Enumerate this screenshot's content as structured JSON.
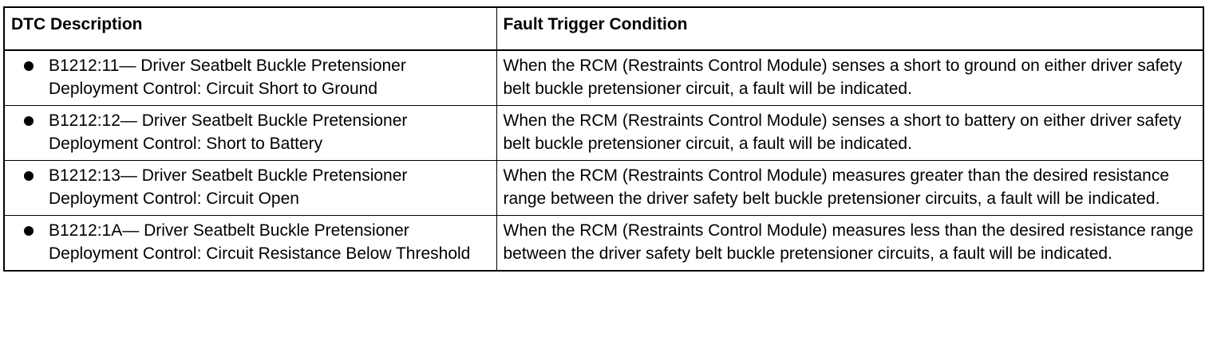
{
  "table": {
    "headers": {
      "description": "DTC Description",
      "condition": "Fault Trigger Condition"
    },
    "rows": [
      {
        "description": "B1212:11— Driver Seatbelt Buckle Pretensioner Deployment Control: Circuit Short to Ground",
        "condition": "When the RCM (Restraints Control Module) senses a short to ground on either driver safety belt buckle pretensioner circuit, a fault will be indicated."
      },
      {
        "description": "B1212:12— Driver Seatbelt Buckle Pretensioner Deployment Control: Short to Battery",
        "condition": "When the RCM (Restraints Control Module) senses a short to battery on either driver safety belt buckle pretensioner circuit, a fault will be indicated."
      },
      {
        "description": "B1212:13— Driver Seatbelt Buckle Pretensioner Deployment Control: Circuit Open",
        "condition": "When the RCM (Restraints Control Module) measures greater than the desired resistance range between the driver safety belt buckle pretensioner circuits, a fault will be indicated."
      },
      {
        "description": "B1212:1A— Driver Seatbelt Buckle Pretensioner Deployment Control: Circuit Resistance Below Threshold",
        "condition": "When the RCM (Restraints Control Module) measures less than the desired resistance range between the driver safety belt buckle pretensioner circuits, a fault will be indicated."
      }
    ]
  }
}
